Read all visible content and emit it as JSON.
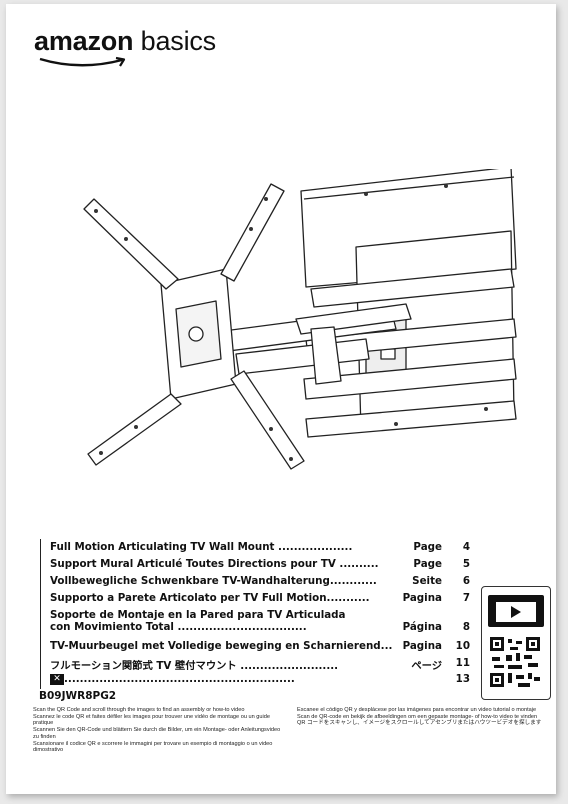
{
  "brand": {
    "bold": "amazon",
    "light": "basics"
  },
  "toc": [
    {
      "title": "Full Motion Articulating TV Wall Mount ...................",
      "label": "Page",
      "page": "4"
    },
    {
      "title": "Support Mural Articulé Toutes Directions pour TV ..........",
      "label": "Page",
      "page": "5"
    },
    {
      "title": "Vollbewegliche Schwenkbare TV-Wandhalterung............",
      "label": "Seite",
      "page": "6"
    },
    {
      "title": "Supporto a Parete Articolato per TV Full Motion...........",
      "label": "Pagina",
      "page": "7"
    },
    {
      "title_line1": "Soporte de Montaje en la Pared para TV Articulada",
      "title_line2": "con Movimiento Total .................................",
      "label": "Página",
      "page": "8"
    },
    {
      "title": "TV-Muurbeugel met Volledige beweging en Scharnierend...",
      "label": "Pagina",
      "page": "10"
    },
    {
      "title": "フルモーション関節式 TV 壁付マウント .........................",
      "label": "ページ",
      "page": "11"
    },
    {
      "title": "...........................................................",
      "label": "",
      "page": "13"
    }
  ],
  "sku": "B09JWR8PG2",
  "notes_left": [
    "Scan the QR Code and scroll through the images to find an assembly or how-to video",
    "Scannez le code QR et faites défiler les images pour trouver une vidéo de montage ou un guide pratique",
    "Scannen Sie den QR-Code und blättern Sie durch die Bilder, um ein Montage- oder Anleitungsvideo zu finden",
    "Scansionare il codice QR e scorrere le immagini per trovare un esempio di montaggio o un video dimostrativo"
  ],
  "notes_right": [
    "Escanee el código QR y desplácese por las imágenes para encontrar un video tutorial o montaje",
    "Scan de QR-code en bekijk de afbeeldingen om een gepaste montage- of how-to video te vinden",
    "QR コードをスキャンし、イメージをスクロールしてアセンブリまたはハウツービデオを探します"
  ],
  "icons": {
    "logo": "amazon-smile-logo",
    "tool": "tool-icon",
    "video": "video-play-icon",
    "qr": "qr-code-icon"
  }
}
